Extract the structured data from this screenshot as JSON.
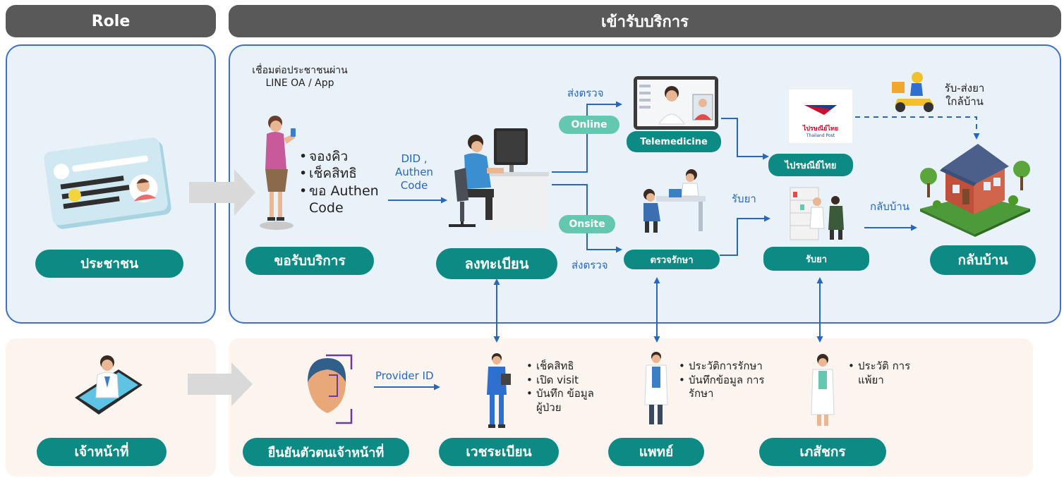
{
  "headers": {
    "role": "Role",
    "service": "เข้ารับบริการ"
  },
  "top": {
    "citizen": "ประชาชน",
    "request": {
      "label": "ขอรับบริการ",
      "note": "เชื่อมต่อประชาชนผ่าน LINE OA / App",
      "items": [
        "จองคิว",
        "เช็คสิทธิ",
        "ขอ Authen Code"
      ]
    },
    "did_label": "DID , Authen Code",
    "register": "ลงทะเบียน",
    "online": "Online",
    "onsite": "Onsite",
    "send_exam_top": "ส่งตรวจ",
    "send_exam_bottom": "ส่งตรวจ",
    "telemedicine": "Telemedicine",
    "treatment": "ตรวจรักษา",
    "thaipost": "ไปรษณีย์ไทย",
    "thaipost_logo": "ไปรษณีย์ไทย",
    "thaipost_logo_sub": "Thailand Post",
    "receive_drug_arrow": "รับยา",
    "receive_drug": "รับยา",
    "delivery_note": "รับ-ส่งยา ใกล้บ้าน",
    "go_home_arrow": "กลับบ้าน",
    "go_home": "กลับบ้าน"
  },
  "bottom": {
    "staff": "เจ้าหน้าที่",
    "verify": "ยืนยันตัวตนเจ้าหน้าที่",
    "provider_id": "Provider ID",
    "medrecord": {
      "label": "เวชระเบียน",
      "items": [
        "เช็คสิทธิ",
        "เปิด visit",
        "บันทึก ข้อมูลผู้ป่วย"
      ]
    },
    "doctor": {
      "label": "แพทย์",
      "items": [
        "ประวัติการรักษา",
        "บันทึกข้อมูล การรักษา"
      ]
    },
    "pharmacist": {
      "label": "เภสัชกร",
      "items": [
        "ประวัติ การแพ้ยา"
      ]
    }
  },
  "colors": {
    "teal": "#0e8a85",
    "light_teal": "#64c8b1",
    "blue": "#2767c0",
    "header_gray": "#595959",
    "panel_border": "#3f6fc6"
  }
}
